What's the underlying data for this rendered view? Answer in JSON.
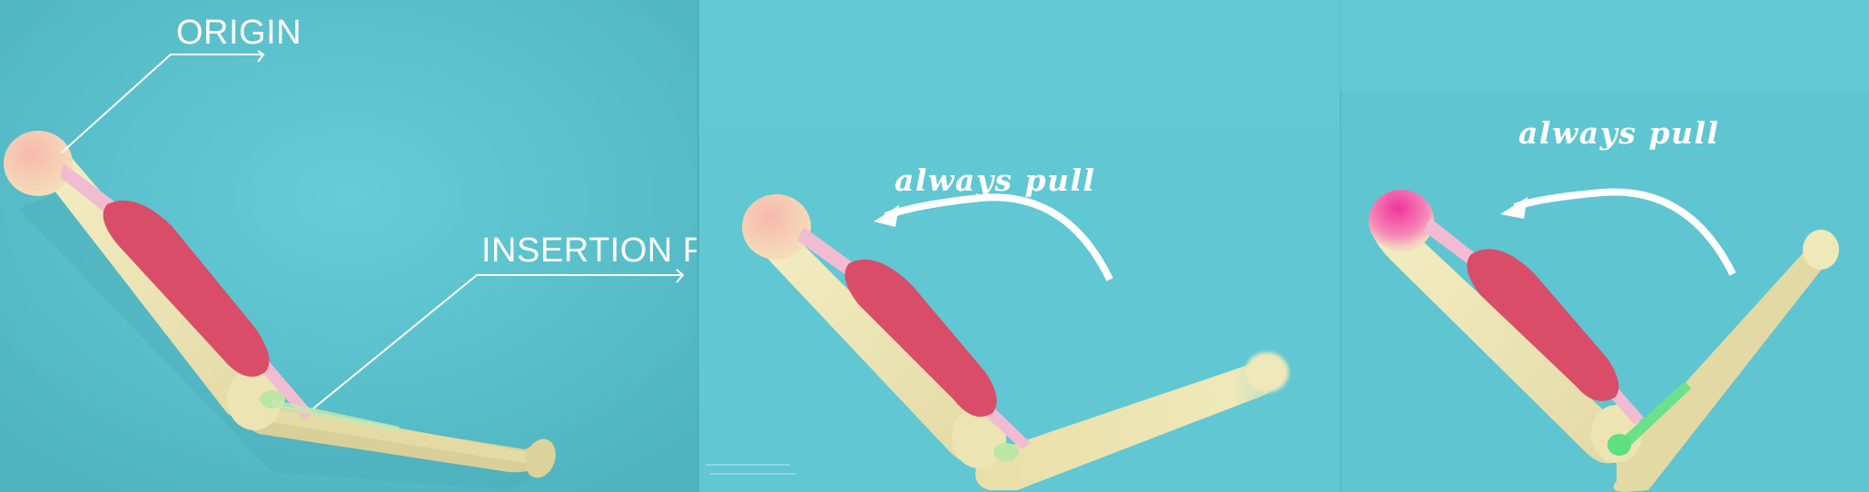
{
  "panels": [
    {
      "labels": {
        "origin": "ORIGIN",
        "insertion": "INSERTION POINT"
      }
    },
    {
      "caption": "always pull"
    },
    {
      "caption": "always pull"
    }
  ],
  "colors": {
    "background": "#5cc4d0",
    "bone": "#efe8b8",
    "bone_shadow": "#d8cd96",
    "muscle": "#d94d68",
    "tendon": "#f0b8d0",
    "origin_highlight": "#f4b4b0",
    "origin_highlight_active": "#f040a0",
    "insertion_highlight": "#b8e8a0",
    "insertion_highlight_active": "#5ce080",
    "label_line": "#ffffff"
  },
  "icons": {
    "arrow": "curved-arrow-icon"
  }
}
